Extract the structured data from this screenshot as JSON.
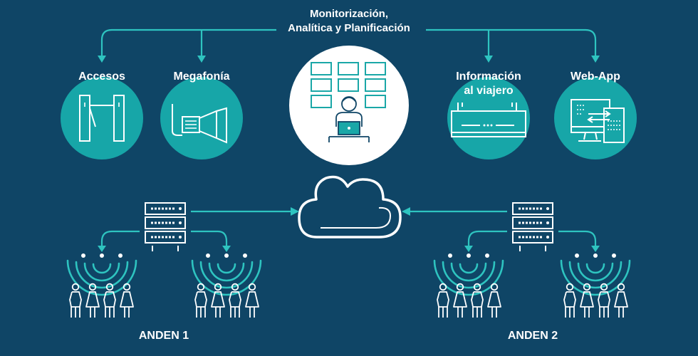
{
  "header": {
    "title_line1": "Monitorización,",
    "title_line2": "Analítica y Planificación"
  },
  "services": [
    {
      "label_line1": "Accesos",
      "label_line2": "",
      "icon": "turnstile-icon"
    },
    {
      "label_line1": "Megafonía",
      "label_line2": "",
      "icon": "loudspeaker-icon"
    },
    {
      "label_line1": "Información",
      "label_line2": "al viajero",
      "icon": "display-panel-icon"
    },
    {
      "label_line1": "Web-App",
      "label_line2": "",
      "icon": "devices-icon"
    }
  ],
  "platforms": [
    {
      "label": "ANDEN 1"
    },
    {
      "label": "ANDEN 2"
    }
  ],
  "colors": {
    "background": "#0f4566",
    "accent_teal": "#2ec4c0",
    "circle_teal": "#17a6a8",
    "central_circle": "#ffffff",
    "text": "#ffffff"
  }
}
